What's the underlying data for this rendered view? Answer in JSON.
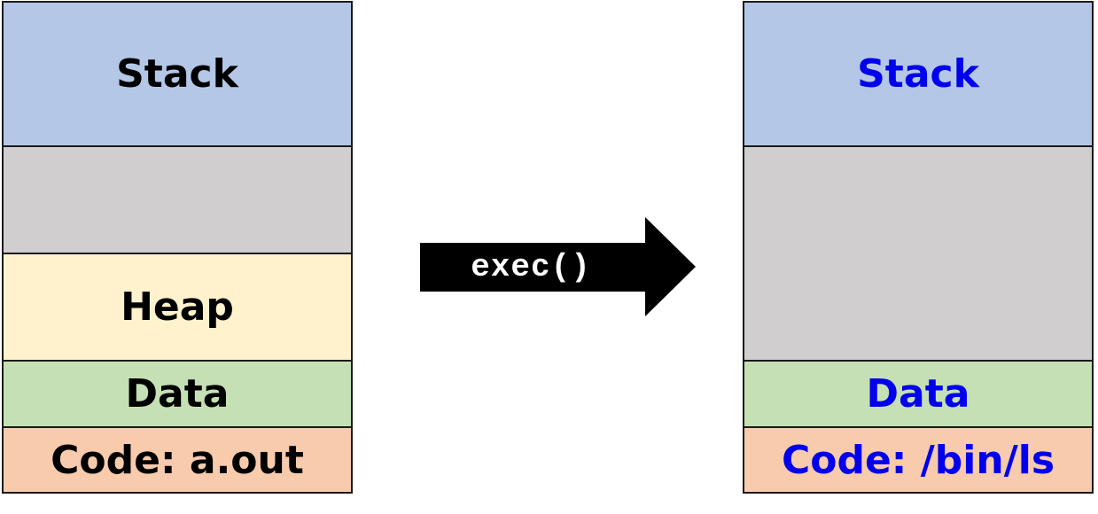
{
  "left_memory": {
    "stack_label": "Stack",
    "free_label": "",
    "heap_label": "Heap",
    "data_label": "Data",
    "code_label": "Code: a.out"
  },
  "transition": {
    "label": "exec()"
  },
  "right_memory": {
    "stack_label": "Stack",
    "free_label": "",
    "data_label": "Data",
    "code_label": "Code: /bin/ls"
  },
  "colors": {
    "stack": "#b4c7e7",
    "free": "#d0cece",
    "heap": "#fff2cc",
    "data": "#c5e0b4",
    "code": "#f8cbad",
    "new_text": "#0000ee",
    "arrow": "#000000"
  }
}
